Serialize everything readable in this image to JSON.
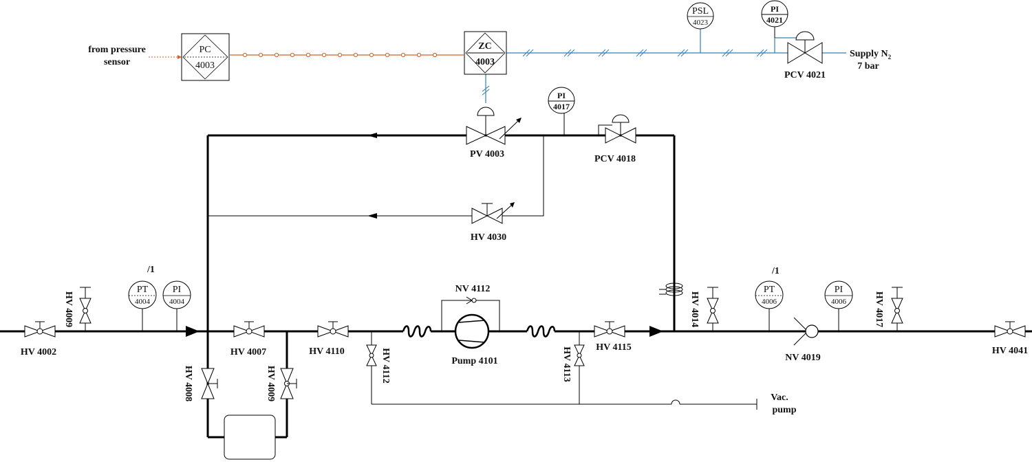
{
  "colors": {
    "main_line": "#000000",
    "pneumatic_line": "#2f7fb8",
    "signal_line": "#d2602a"
  },
  "texts": {
    "from_pressure_1": "from pressure",
    "from_pressure_2": "sensor",
    "supply_1": "Supply N",
    "supply_sub": "2",
    "supply_2": "7 bar",
    "vac_1": "Vac.",
    "vac_2": "pump",
    "sheet_ref_1": "/1",
    "sheet_ref_2": "/1"
  },
  "controllers": {
    "pc": {
      "top": "PC",
      "bottom": "4003"
    },
    "zc": {
      "top": "ZC",
      "bottom": "4003"
    }
  },
  "instruments": {
    "psl_4023": {
      "top": "PSL",
      "bottom": "4023"
    },
    "pi_4021": {
      "top": "PI",
      "bottom": "4021"
    },
    "pi_4017": {
      "top": "PI",
      "bottom": "4017"
    },
    "pt_4004": {
      "top": "PT",
      "bottom": "4004"
    },
    "pi_4004": {
      "top": "PI",
      "bottom": "4004"
    },
    "pt_4006": {
      "top": "PT",
      "bottom": "4006"
    },
    "pi_4006": {
      "top": "PI",
      "bottom": "4006"
    }
  },
  "valves": {
    "pcv_4021": "PCV 4021",
    "pv_4003": "PV 4003",
    "pcv_4018": "PCV 4018",
    "hv_4030": "HV 4030",
    "hv_4002": "HV 4002",
    "hv_4009_top": "HV 4009",
    "hv_4007": "HV 4007",
    "hv_4008": "HV 4008",
    "hv_4009_bottom": "HV 4009",
    "hv_4110": "HV 4110",
    "hv_4112": "HV 4112",
    "nv_4112": "NV 4112",
    "hv_4113": "HV 4113",
    "hv_4115": "HV 4115",
    "hv_4014": "HV 4014",
    "nv_4019": "NV 4019",
    "hv_4017": "HV 4017",
    "hv_4041": "HV 4041"
  },
  "equipment": {
    "pump_4101": "Pump 4101"
  }
}
